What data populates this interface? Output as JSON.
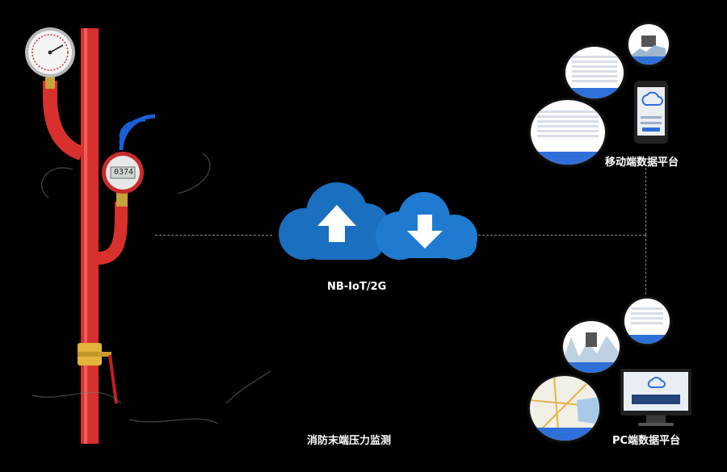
{
  "labels": {
    "network": "NB-IoT/2G",
    "device": "消防末端压力监测",
    "mobile_platform": "移动端数据平台",
    "pc_platform": "PC端数据平台"
  },
  "device": {
    "digital_reading": "0374"
  },
  "colors": {
    "pipe_red": "#d8302c",
    "cloud_blue": "#1a6fc1",
    "wifi_blue": "#1b5fd6",
    "band_blue": "#2f6fd8",
    "valve_yellow": "#e3b33a"
  },
  "icons": [
    "upload-arrow-icon",
    "download-arrow-icon",
    "wifi-signal-icon",
    "cloud-logo-icon"
  ]
}
